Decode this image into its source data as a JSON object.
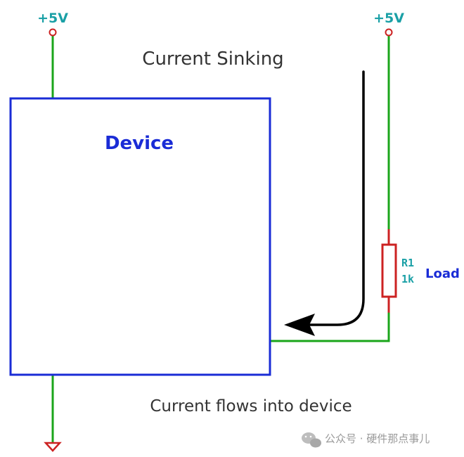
{
  "diagram": {
    "title": "Current Sinking",
    "caption": "Current flows into device",
    "device_label": "Device",
    "supply_left": "+5V",
    "supply_right": "+5V",
    "resistor_ref": "R1",
    "resistor_value": "1k",
    "load_label": "Load"
  },
  "watermark": {
    "icon": "wechat-icon",
    "text": "公众号 · 硬件那点事儿"
  },
  "colors": {
    "wire": "#1aa51a",
    "device_box": "#1a2cd6",
    "terminals": "#cc2222",
    "labels": "#1aa0a6",
    "arrow": "#000000"
  }
}
